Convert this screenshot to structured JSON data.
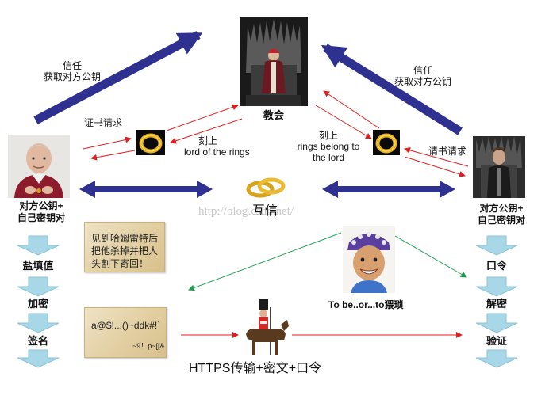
{
  "labels": {
    "trust_left": "信任",
    "get_key_left": "获取对方公钥",
    "trust_right": "信任",
    "get_key_right": "获取对方公钥",
    "church": "教会",
    "cert_request_left": "证书请求",
    "cert_request_right": "请书请求",
    "engrave_left_1": "刻上",
    "engrave_left_2": "lord of the rings",
    "engrave_right_1": "刻上",
    "engrave_right_2": "rings belong to",
    "engrave_right_3": "the lord",
    "mutual_trust": "互信",
    "watermark": "http://blog.csdn.net/",
    "left_keys_1": "对方公钥+",
    "left_keys_2": "自己密钥对",
    "right_keys_1": "对方公钥+",
    "right_keys_2": "自己密钥对",
    "hacker_caption": "To be..or...to猥琐",
    "https_caption": "HTTPS传输+密文+口令"
  },
  "left_steps": [
    "盐填值",
    "加密",
    "签名"
  ],
  "right_steps": [
    "口令",
    "解密",
    "验证"
  ],
  "note_plain": {
    "line1": "见到哈姆雷特后",
    "line2": "把他杀掉并把人",
    "line3": "头割下寄回！"
  },
  "note_cipher": {
    "line1": "a@$!...()~ddk#!`",
    "line2": "~9！p~[[&"
  },
  "colors": {
    "big_arrow": "#2e3190",
    "red_line": "#e02020",
    "green_line": "#1aa050",
    "step_arrow": "#a8d8e8"
  },
  "icons": {
    "church": "throne-figure-image",
    "left_person": "old-man-image",
    "right_person": "throne-king-image",
    "hacker": "hacker-face-image",
    "messenger": "horse-rider-image",
    "ring": "gold-ring-icon",
    "rings": "wedding-rings-icon"
  }
}
